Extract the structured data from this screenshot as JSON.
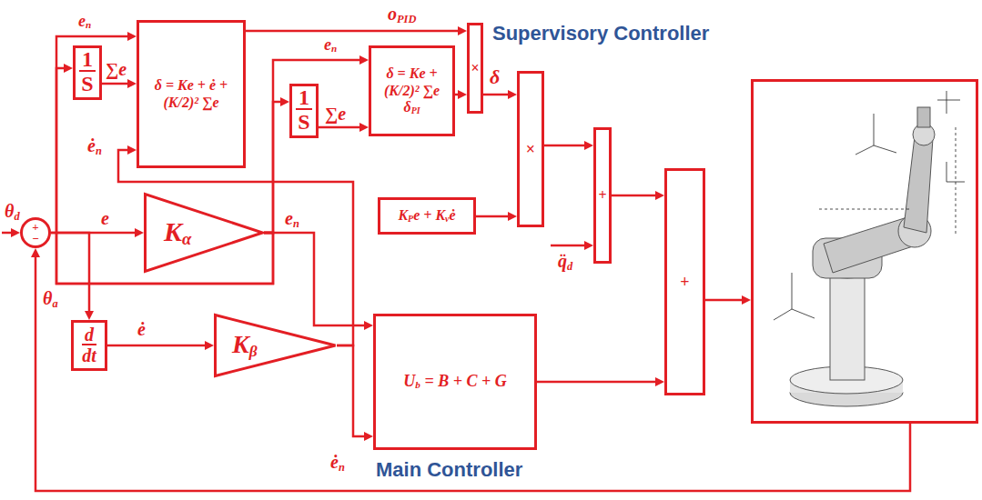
{
  "diagram": {
    "nodes": [
      {
        "text": [
          "1",
          "S"
        ]
      },
      {
        "text": [
          "δ = Ke + ė + (K/2)² ∑e"
        ]
      },
      {
        "text": [
          "1",
          "S"
        ]
      },
      {
        "text": [
          "δ = Ke + (K/2)² ∑e",
          "δPI"
        ]
      },
      {
        "text": [
          "×"
        ]
      },
      {
        "text": [
          "×"
        ]
      },
      {
        "text": [
          "KPe + Kvė"
        ]
      },
      {
        "text": [
          "+"
        ]
      },
      {
        "text": [
          "+"
        ]
      },
      {
        "text": [
          "+",
          "−"
        ]
      },
      {
        "text": [
          "Kα"
        ]
      },
      {
        "text": [
          "d",
          "dt"
        ]
      },
      {
        "text": [
          "Kβ"
        ]
      },
      {
        "text": [
          "Ub = B + C + G"
        ]
      }
    ],
    "edges": [
      {
        "from": 0,
        "to": 1,
        "arrow": "to",
        "label": "∑e"
      },
      {
        "from": 1,
        "to": 4,
        "arrow": "to",
        "label": "oPID"
      },
      {
        "from": 2,
        "to": 3,
        "arrow": "to",
        "label": "∑e"
      },
      {
        "from": 3,
        "to": 4,
        "arrow": "to"
      },
      {
        "from": 4,
        "to": 5,
        "arrow": "to",
        "label": "δ"
      },
      {
        "from": 6,
        "to": 5,
        "arrow": "to"
      },
      {
        "from": 5,
        "to": 7,
        "arrow": "to"
      },
      {
        "from": 7,
        "to": 8,
        "arrow": "to"
      },
      {
        "from": 13,
        "to": 8,
        "arrow": "to"
      },
      {
        "from": 9,
        "to": 10,
        "arrow": "to",
        "label": "e"
      },
      {
        "from": 9,
        "to": 11,
        "arrow": "to"
      },
      {
        "from": 11,
        "to": 12,
        "arrow": "to",
        "label": "ė"
      },
      {
        "from": 10,
        "to": 13,
        "arrow": "to",
        "label": "en"
      },
      {
        "from": 12,
        "to": 13,
        "arrow": "to",
        "label": "ėn"
      },
      {
        "from": 10,
        "to": 0,
        "arrow": "to"
      },
      {
        "from": 10,
        "to": 1,
        "arrow": "to",
        "label": "en"
      },
      {
        "from": 10,
        "to": 2,
        "arrow": "to"
      },
      {
        "from": 10,
        "to": 3,
        "arrow": "to",
        "label": "en"
      },
      {
        "from": 12,
        "to": 1,
        "arrow": "to",
        "label": "ėn"
      }
    ],
    "labels": [
      "θd",
      "θa",
      "q̈d",
      "Supervisory Controller",
      "Main Controller"
    ]
  }
}
